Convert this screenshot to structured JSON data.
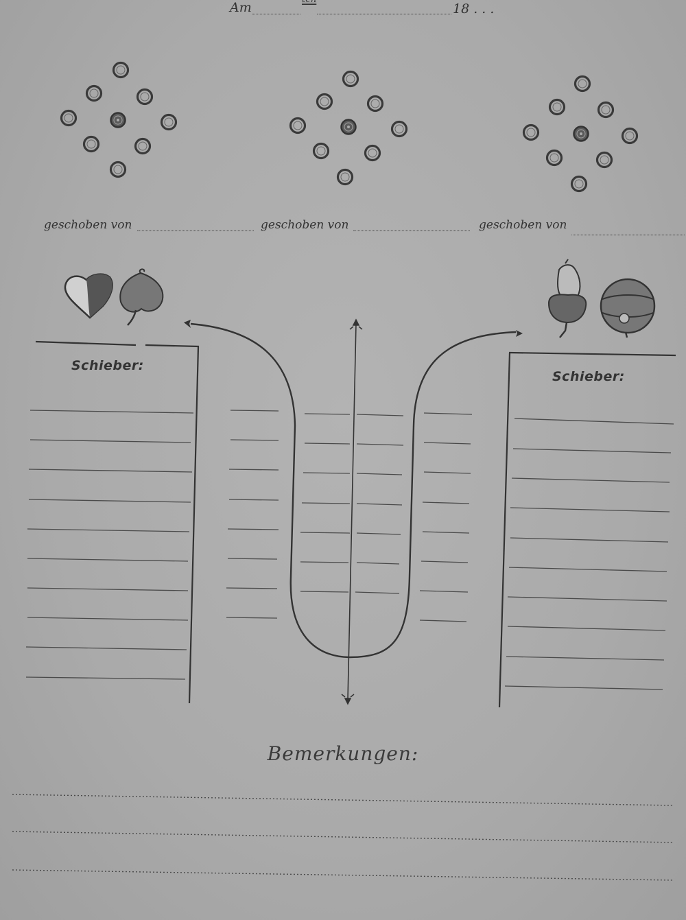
{
  "header": {
    "am_label": "Am",
    "ten_label": "ten",
    "year_label": "18 . . ."
  },
  "slots": [
    {
      "label": "geschoben von"
    },
    {
      "label": "geschoben von"
    },
    {
      "label": "geschoben von"
    }
  ],
  "left_panel": {
    "title": "Schieber:",
    "suits": [
      "heart-icon",
      "leaf-icon"
    ]
  },
  "right_panel": {
    "title": "Schieber:",
    "suits": [
      "acorn-icon",
      "bell-icon"
    ]
  },
  "remarks": {
    "title": "Bemerkungen:"
  },
  "colors": {
    "paper": "#aaaaaa",
    "ink": "#333333"
  }
}
